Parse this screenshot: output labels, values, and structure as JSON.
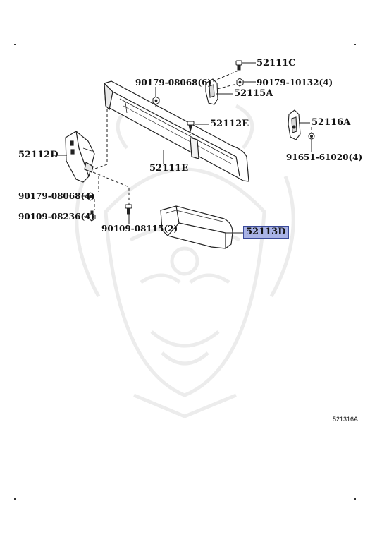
{
  "diagram": {
    "figure_code": "521316A",
    "highlighted_part": "52113D",
    "labels": {
      "p52111C": "52111C",
      "p90179_10132": "90179-10132(4)",
      "p90179_08068_6": "90179-08068(6)",
      "p52115A": "52115A",
      "p52112E": "52112E",
      "p52116A": "52116A",
      "p52112D": "52112D",
      "p52111E": "52111E",
      "p91651": "91651-61020(4)",
      "p90179_08068_4": "90179-08068(4)",
      "p90109_08236": "90109-08236(4)",
      "p90109_08115": "90109-08115(2)",
      "p52113D": "52113D"
    }
  }
}
